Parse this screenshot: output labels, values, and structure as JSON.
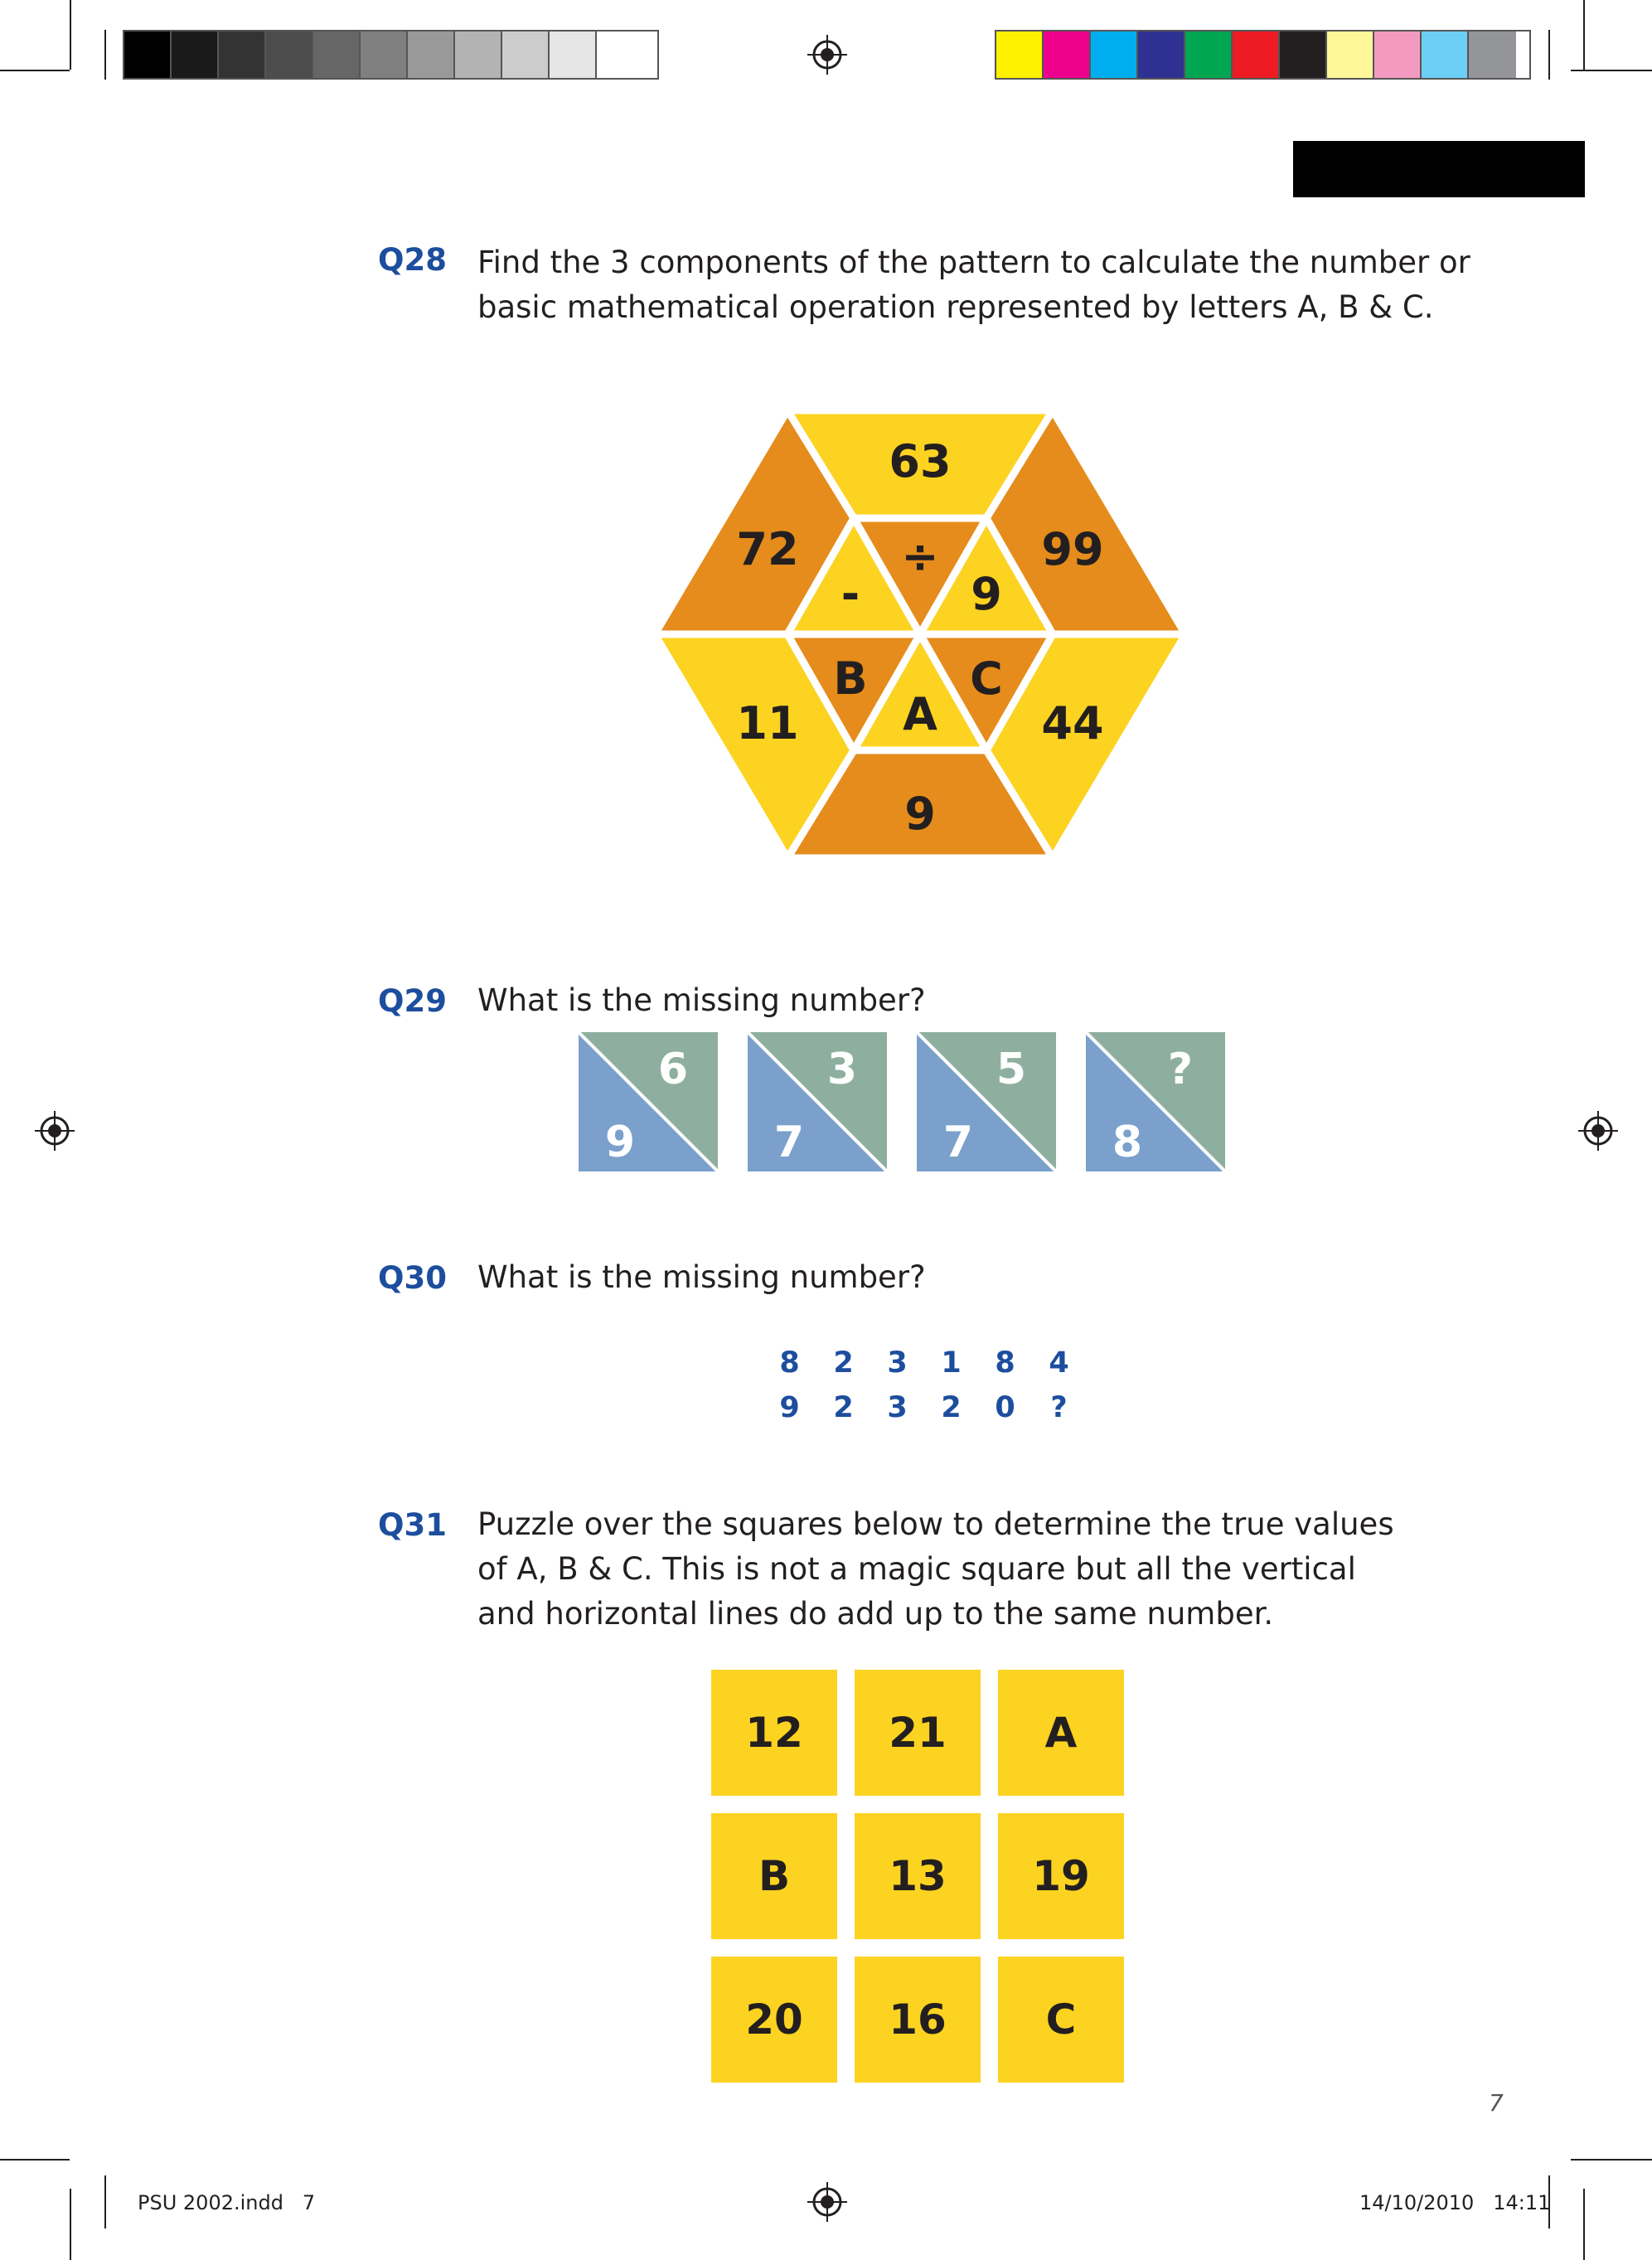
{
  "colors": {
    "question_label": "#1d4e9e",
    "orange": "#e58c1c",
    "yellow": "#fcd321",
    "triangle_blue": "#7aa0cb",
    "triangle_green": "#8eafa0"
  },
  "print_marks": {
    "gray_swatches": [
      "#000000",
      "#1a1a1a",
      "#333333",
      "#4d4d4d",
      "#666666",
      "#808080",
      "#999999",
      "#b3b3b3",
      "#cccccc",
      "#e6e6e6",
      "#ffffff"
    ],
    "color_swatches": [
      "#fff200",
      "#ec008c",
      "#00aeef",
      "#2e3192",
      "#00a651",
      "#ed1c24",
      "#231f20",
      "#fff799",
      "#f49ac1",
      "#6dcff6",
      "#939598"
    ]
  },
  "q28": {
    "label": "Q28",
    "text": "Find the 3 components of the pattern to calculate the number or\nbasic mathematical operation represented by letters A, B & C.",
    "hexagon": {
      "outer_top": "63",
      "outer_top_left": "72",
      "outer_top_right": "99",
      "outer_bottom_left": "11",
      "outer_bottom_right": "44",
      "outer_bottom": "9",
      "inner_top": "÷",
      "inner_top_left": "-",
      "inner_top_right": "9",
      "inner_bottom_left": "B",
      "inner_bottom_right": "C",
      "inner_bottom": "A"
    }
  },
  "q29": {
    "label": "Q29",
    "text": "What is the missing number?",
    "tiles": [
      {
        "top": "6",
        "bottom": "9"
      },
      {
        "top": "3",
        "bottom": "7"
      },
      {
        "top": "5",
        "bottom": "7"
      },
      {
        "top": "?",
        "bottom": "8"
      }
    ]
  },
  "q30": {
    "label": "Q30",
    "text": "What is the missing number?",
    "row1": [
      "8",
      "2",
      "3",
      "1",
      "8",
      "4"
    ],
    "row2": [
      "9",
      "2",
      "3",
      "2",
      "0",
      "?"
    ]
  },
  "q31": {
    "label": "Q31",
    "text": "Puzzle over the squares below to determine the true values\nof A, B & C. This is not a magic square but all the vertical\nand horizontal lines do add up to the same number.",
    "grid": [
      [
        "12",
        "21",
        "A"
      ],
      [
        "B",
        "13",
        "19"
      ],
      [
        "20",
        "16",
        "C"
      ]
    ]
  },
  "page_number": "7",
  "slug_left": "PSU 2002.indd   7",
  "slug_right": "14/10/2010   14:11"
}
